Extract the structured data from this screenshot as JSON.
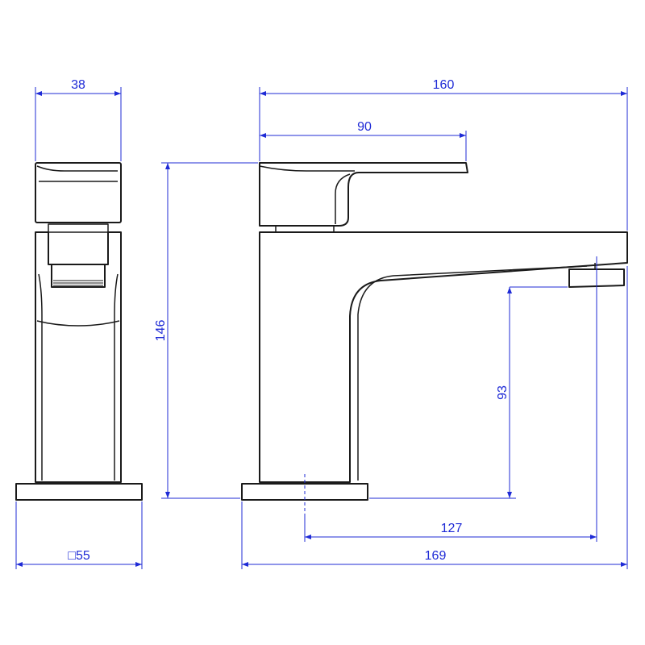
{
  "dimensions": {
    "side_depth": "38",
    "base_square_symbol": "□",
    "base_square": "55",
    "total_length": "160",
    "handle_length": "90",
    "total_height": "146",
    "spout_height": "93",
    "spout_reach": "127",
    "base_to_spout_tip": "169"
  },
  "colors": {
    "outline": "#1a1a1a",
    "dimension": "#1f2bd6",
    "background": "#ffffff"
  }
}
